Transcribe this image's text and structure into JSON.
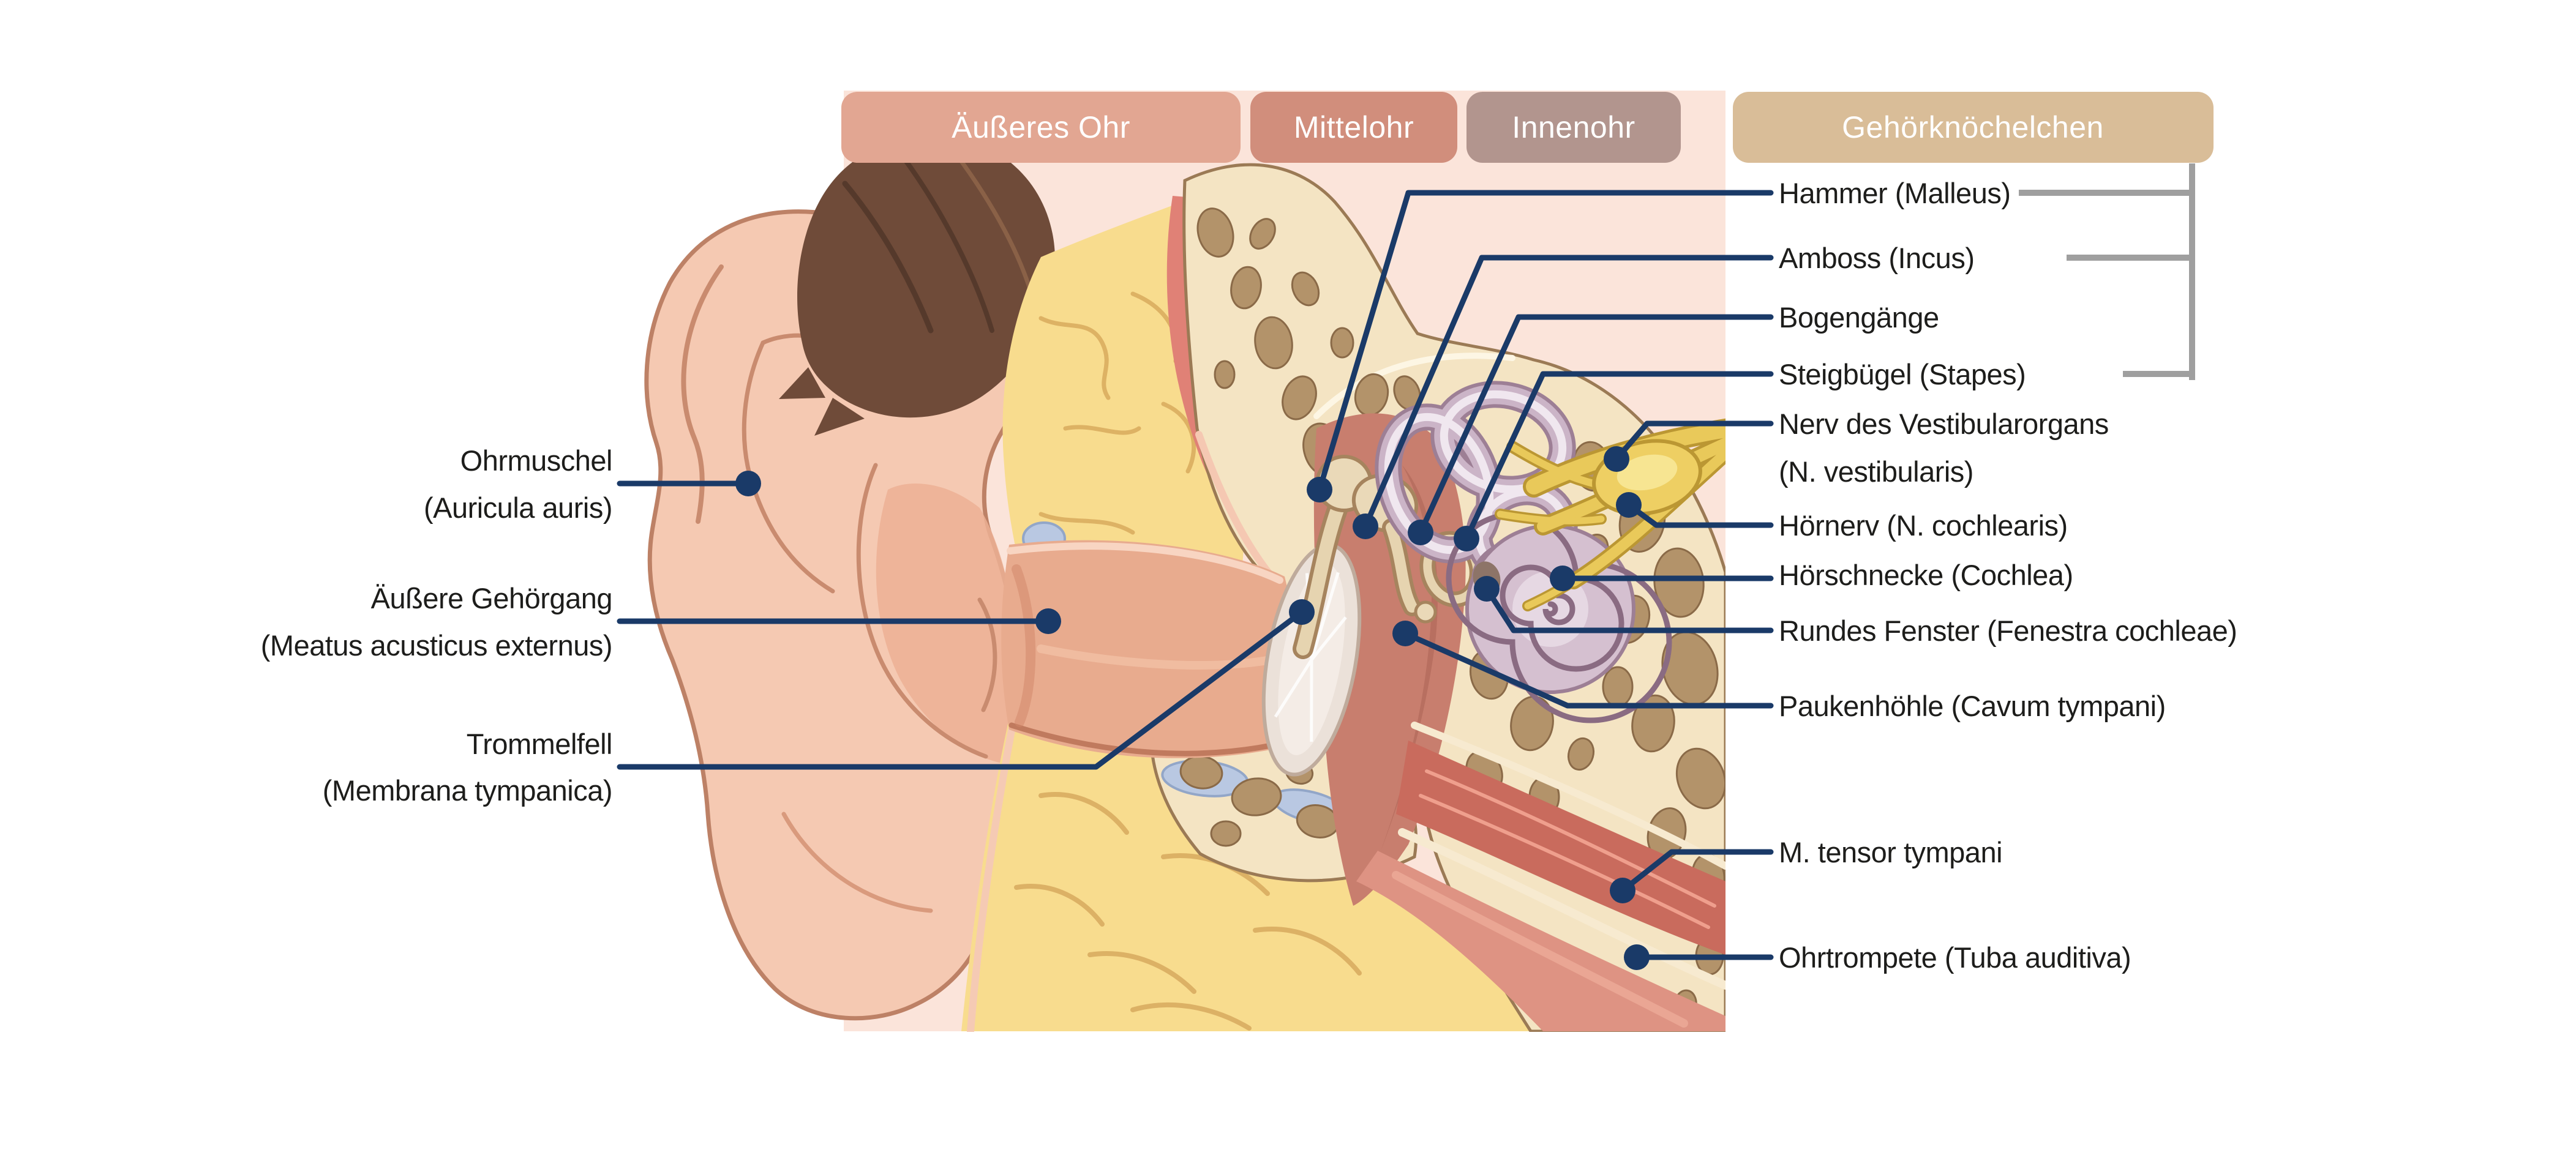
{
  "figure": {
    "subject": "ear-anatomy-cross-section",
    "language": "de"
  },
  "badges": [
    {
      "label": "Äußeres Ohr",
      "fill": "#e2a692"
    },
    {
      "label": "Mittelohr",
      "fill": "#d18e7c"
    },
    {
      "label": "Innenohr",
      "fill": "#b2958e"
    },
    {
      "label": "Gehörknöchelchen",
      "fill": "#d9bd98"
    }
  ],
  "labels": {
    "left": [
      {
        "line1": "Ohrmuschel",
        "line2": "(Auricula auris)"
      },
      {
        "line1": "Äußere Gehörgang",
        "line2": "(Meatus acusticus externus)"
      },
      {
        "line1": "Trommelfell",
        "line2": "(Membrana tympanica)"
      }
    ],
    "right": [
      {
        "line1": "Hammer (Malleus)"
      },
      {
        "line1": "Amboss (Incus)"
      },
      {
        "line1": "Bogengänge"
      },
      {
        "line1": "Steigbügel (Stapes)"
      },
      {
        "line1": "Nerv des Vestibularorgans",
        "line2": "(N. vestibularis)"
      },
      {
        "line1": "Hörnerv (N. cochlearis)"
      },
      {
        "line1": "Hörschnecke (Cochlea)"
      },
      {
        "line1": "Rundes Fenster (Fenestra cochleae)"
      },
      {
        "line1": "Paukenhöhle (Cavum tympani)"
      },
      {
        "line1": "M. tensor tympani"
      },
      {
        "line1": "Ohrtrompete (Tuba auditiva)"
      }
    ]
  },
  "colors": {
    "leader_navy": "#1a3a68",
    "bracket_gray": "#9f9f9f",
    "label_text": "#1d1d1b",
    "panel_pink": "#fbe4da",
    "skin": "#f5c9b2",
    "bone_cream": "#f4e4c3",
    "cavity_rose": "#c87e6e",
    "nerve_yellow": "#e9c95a",
    "labyrinth_mauve": "#d5c0d0",
    "fat_yellow": "#f8dc8e",
    "hair_brown": "#6f4b39"
  }
}
